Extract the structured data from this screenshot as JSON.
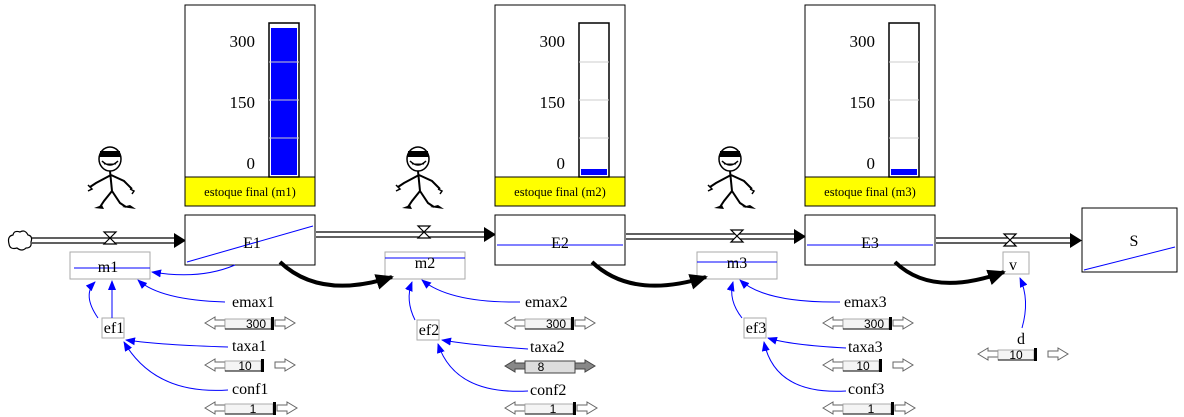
{
  "gauges": [
    {
      "id": "g1",
      "ticks": [
        "300",
        "150",
        "0"
      ],
      "caption": "estoque final (m1)",
      "fill_fraction": 0.98
    },
    {
      "id": "g2",
      "ticks": [
        "300",
        "150",
        "0"
      ],
      "caption": "estoque final (m2)",
      "fill_fraction": 0.04
    },
    {
      "id": "g3",
      "ticks": [
        "300",
        "150",
        "0"
      ],
      "caption": "estoque final (m3)",
      "fill_fraction": 0.04
    }
  ],
  "stocks": [
    {
      "id": "E1",
      "label": "E1"
    },
    {
      "id": "E2",
      "label": "E2"
    },
    {
      "id": "E3",
      "label": "E3"
    },
    {
      "id": "S",
      "label": "S"
    }
  ],
  "flows": [
    {
      "id": "m1",
      "label": "m1"
    },
    {
      "id": "m2",
      "label": "m2"
    },
    {
      "id": "m3",
      "label": "m3"
    },
    {
      "id": "v",
      "label": "v"
    }
  ],
  "aux": [
    {
      "id": "ef1",
      "label": "ef1"
    },
    {
      "id": "ef2",
      "label": "ef2"
    },
    {
      "id": "ef3",
      "label": "ef3"
    }
  ],
  "params": [
    {
      "id": "emax1",
      "label": "emax1",
      "value": "300",
      "active": false
    },
    {
      "id": "taxa1",
      "label": "taxa1",
      "value": "10",
      "active": false
    },
    {
      "id": "conf1",
      "label": "conf1",
      "value": "1",
      "active": false
    },
    {
      "id": "emax2",
      "label": "emax2",
      "value": "300",
      "active": false
    },
    {
      "id": "taxa2",
      "label": "taxa2",
      "value": "8",
      "active": true
    },
    {
      "id": "conf2",
      "label": "conf2",
      "value": "1",
      "active": false
    },
    {
      "id": "emax3",
      "label": "emax3",
      "value": "300",
      "active": false
    },
    {
      "id": "taxa3",
      "label": "taxa3",
      "value": "10",
      "active": false
    },
    {
      "id": "conf3",
      "label": "conf3",
      "value": "1",
      "active": false
    },
    {
      "id": "d",
      "label": "d",
      "value": "10",
      "active": false
    }
  ],
  "colors": {
    "gauge_fill": "#0000ff",
    "caption_bg": "#ffff00",
    "link": "#0000ff",
    "flow": "#000000",
    "slider_active": "#888888"
  },
  "icons": [
    "cloud-source-icon",
    "worker-figure-icon",
    "valve-icon"
  ]
}
